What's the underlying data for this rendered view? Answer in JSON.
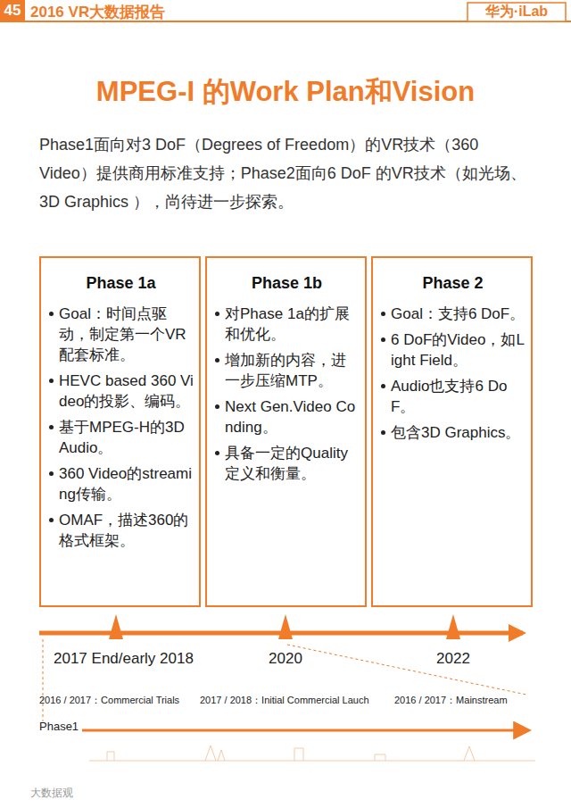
{
  "diagram": {
    "title": "MPEG-I 的Work Plan和Vision",
    "nodes": [
      {
        "text": [
          "Phase 1a",
          "Goal：时间点驱动，制定第一个VR配套标准。",
          "HEVC based 360 Video的投影、编码。",
          "基于MPEG-H的3D Audio。",
          "360 Video的streaming传输。",
          "OMAF，描述360的格式框架。"
        ]
      },
      {
        "text": [
          "Phase 1b",
          "对Phase 1a的扩展和优化。",
          "增加新的内容，进一步压缩MTP。",
          "Next Gen.Video Conding。",
          "具备一定的Quality定义和衡量。"
        ]
      },
      {
        "text": [
          "Phase 2",
          "Goal：支持6 DoF。",
          "6 DoF的Video，如Light Field。",
          "Audio也支持6 DoF。",
          "包含3D Graphics。"
        ]
      }
    ],
    "labels": [
      "45",
      "2016 VR大数据报告",
      "华为·iLab",
      "Phase1面向对3 DoF（Degrees of Freedom）的VR技术（360 Video）提供商用标准支持；Phase2面向6 DoF 的VR技术（如光场、3D Graphics ），尚待进一步探索。",
      "2017 End/early 2018",
      "2020",
      "2022",
      "2016 / 2017：Commercial Trials",
      "2017 / 2018：Initial Commercial Lauch",
      "2016 / 2017：Mainstream",
      "Phase1",
      "大数据观"
    ]
  }
}
